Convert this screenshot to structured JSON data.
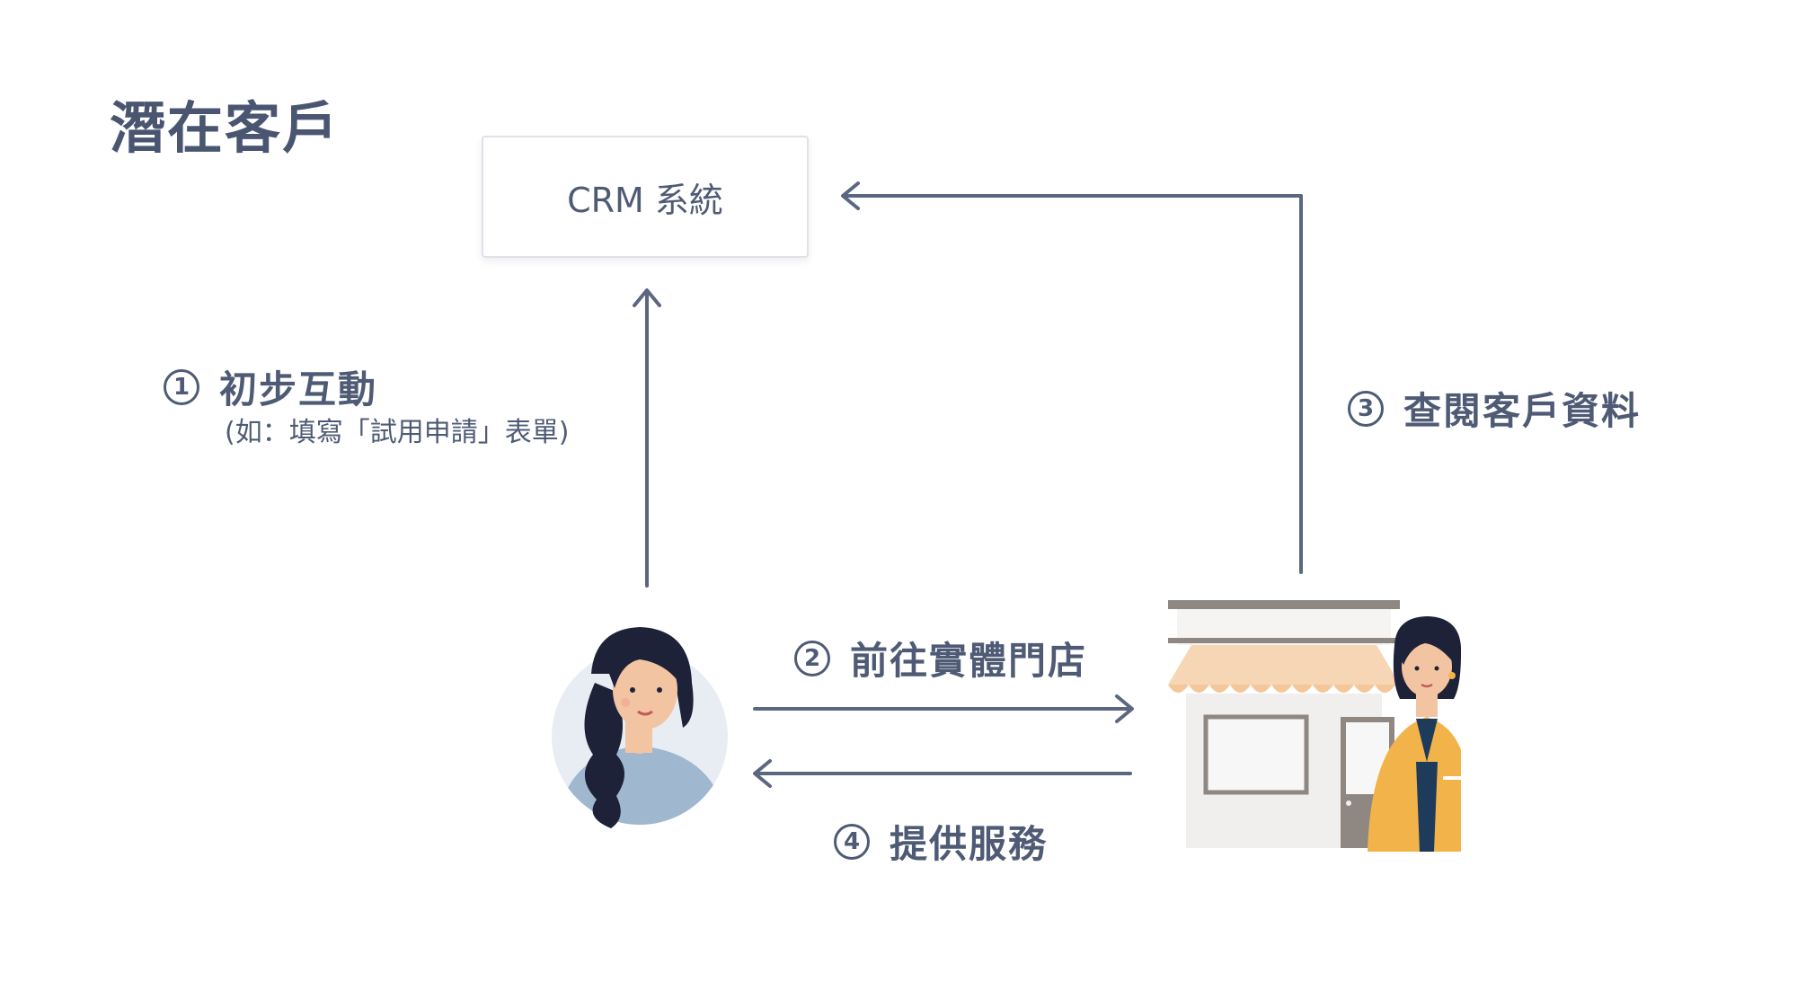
{
  "title": "潛在客戶",
  "crm": {
    "label": "CRM 系統"
  },
  "steps": [
    {
      "num": "1",
      "text": "初步互動",
      "note": "(如：填寫「試用申請」表單)"
    },
    {
      "num": "2",
      "text": "前往實體門店"
    },
    {
      "num": "3",
      "text": "查閱客戶資料"
    },
    {
      "num": "4",
      "text": "提供服務"
    }
  ],
  "colors": {
    "text": "#4f5b75",
    "arrow": "#5b6680",
    "awning": "#f6d6b4",
    "jacket": "#f2b44a",
    "sweater": "#9fb7cf"
  }
}
